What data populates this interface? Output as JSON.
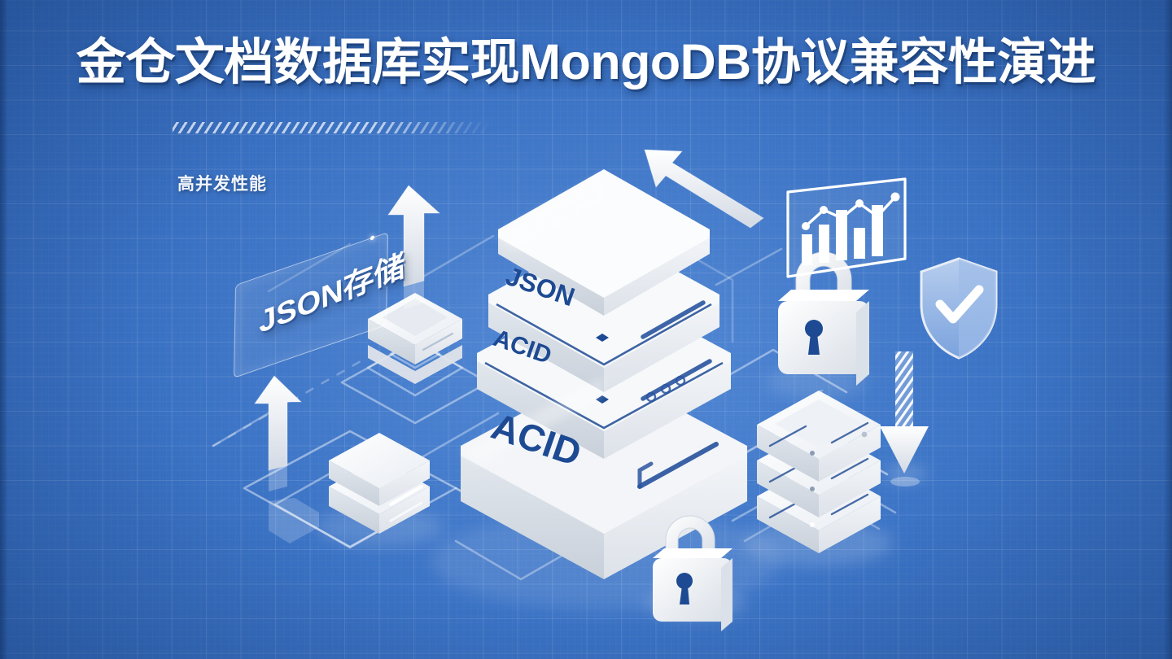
{
  "slide": {
    "title": "金仓文档数据库实现MongoDB协议兼容性演进",
    "subtitle": "高并发性能",
    "background_color": "#3a72c4",
    "grid_line_color": "#ffffff",
    "accent_color": "#1d4a93"
  },
  "callouts": {
    "json_storage": "JSON存储"
  },
  "stack_labels": {
    "top": "JSON",
    "middle": "ACID",
    "bottom": "ACID"
  },
  "icons": {
    "padlock_right": "padlock-icon",
    "padlock_bottom": "padlock-icon",
    "shield_check": "shield-check-icon",
    "analytics_chart": "bar-line-chart-icon",
    "server_stack_center": "server-stack-icon",
    "server_stack_right": "server-stack-icon",
    "server_node_left": "server-node-icon",
    "server_node_upper_left": "server-node-icon",
    "arrow_up_left_node": "arrow-up-icon",
    "arrow_up_far_left": "arrow-up-icon",
    "arrow_up_left_diagonal": "arrow-up-left-icon",
    "arrow_down_right": "arrow-down-icon",
    "stripe_divider": "diagonal-stripe-divider"
  }
}
